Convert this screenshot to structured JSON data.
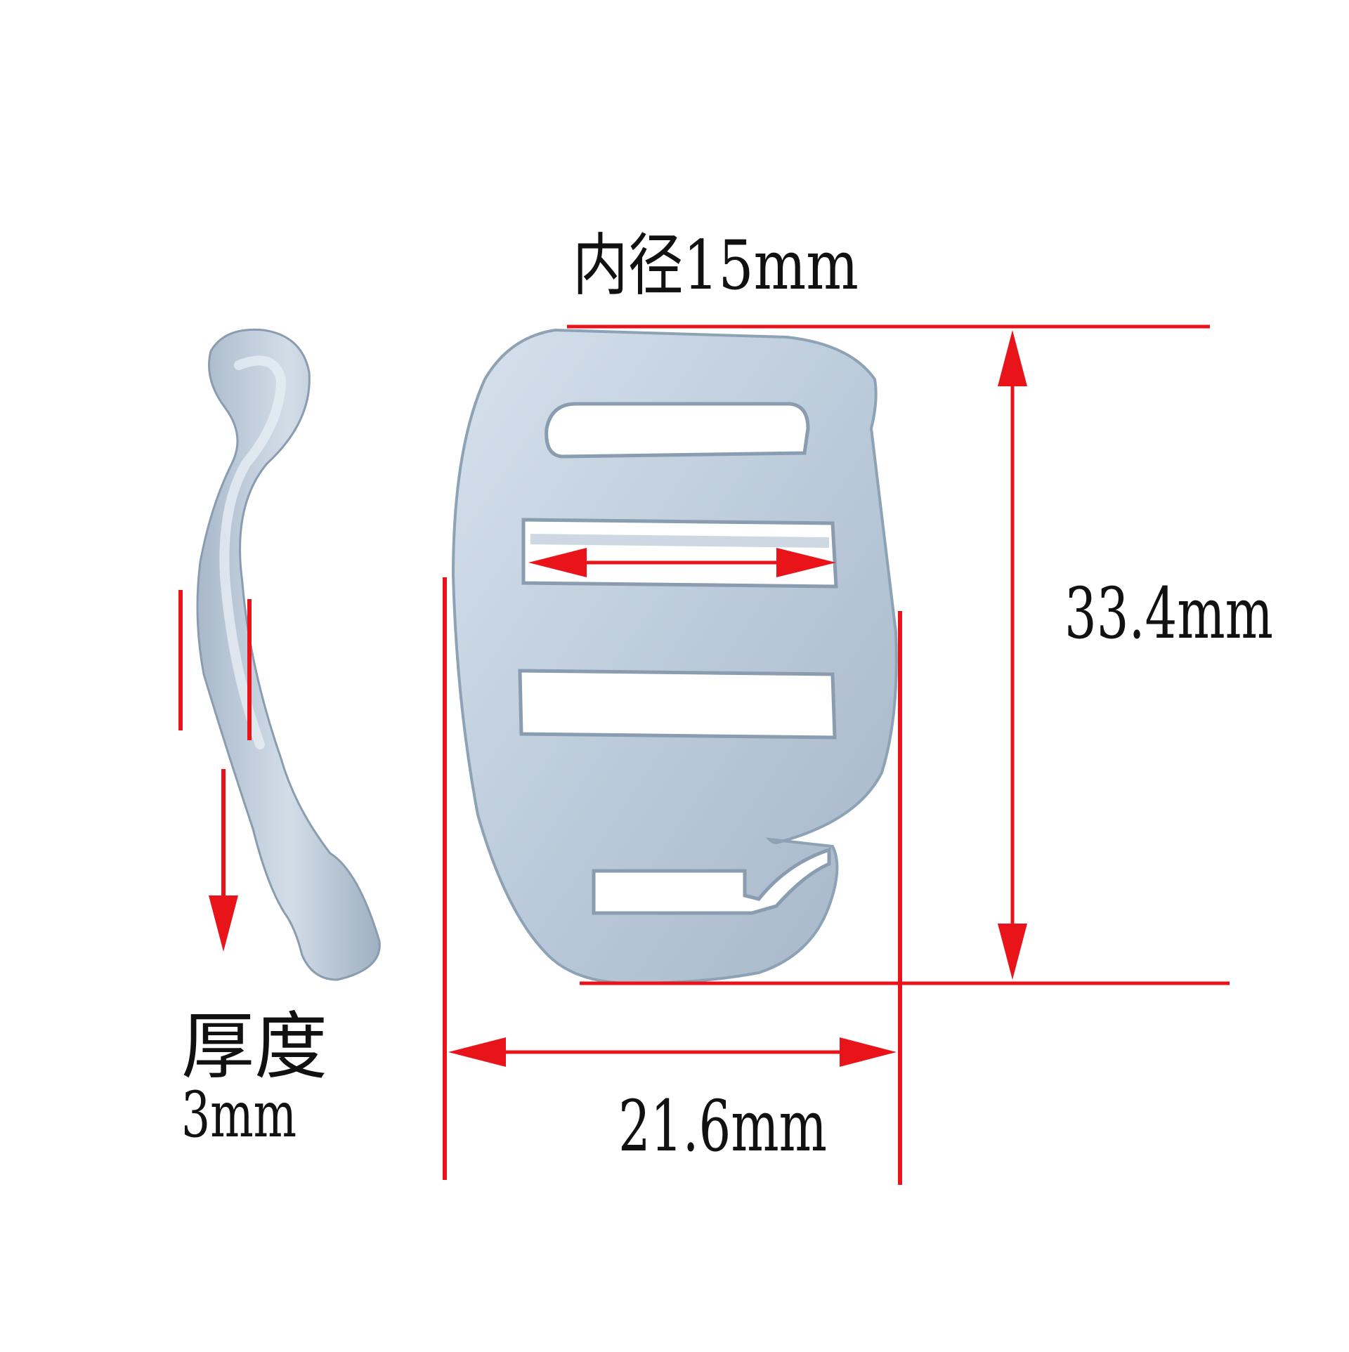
{
  "colors": {
    "dimension_red": "#e8141a",
    "metal_light": "#c9d6e3",
    "metal_mid": "#aebfd0",
    "metal_dark": "#8ea2b6",
    "text": "#111111"
  },
  "labels": {
    "inner_diameter": "内径15mm",
    "height": "33.4mm",
    "width": "21.6mm",
    "thickness_title": "厚度",
    "thickness_value": "3mm"
  }
}
